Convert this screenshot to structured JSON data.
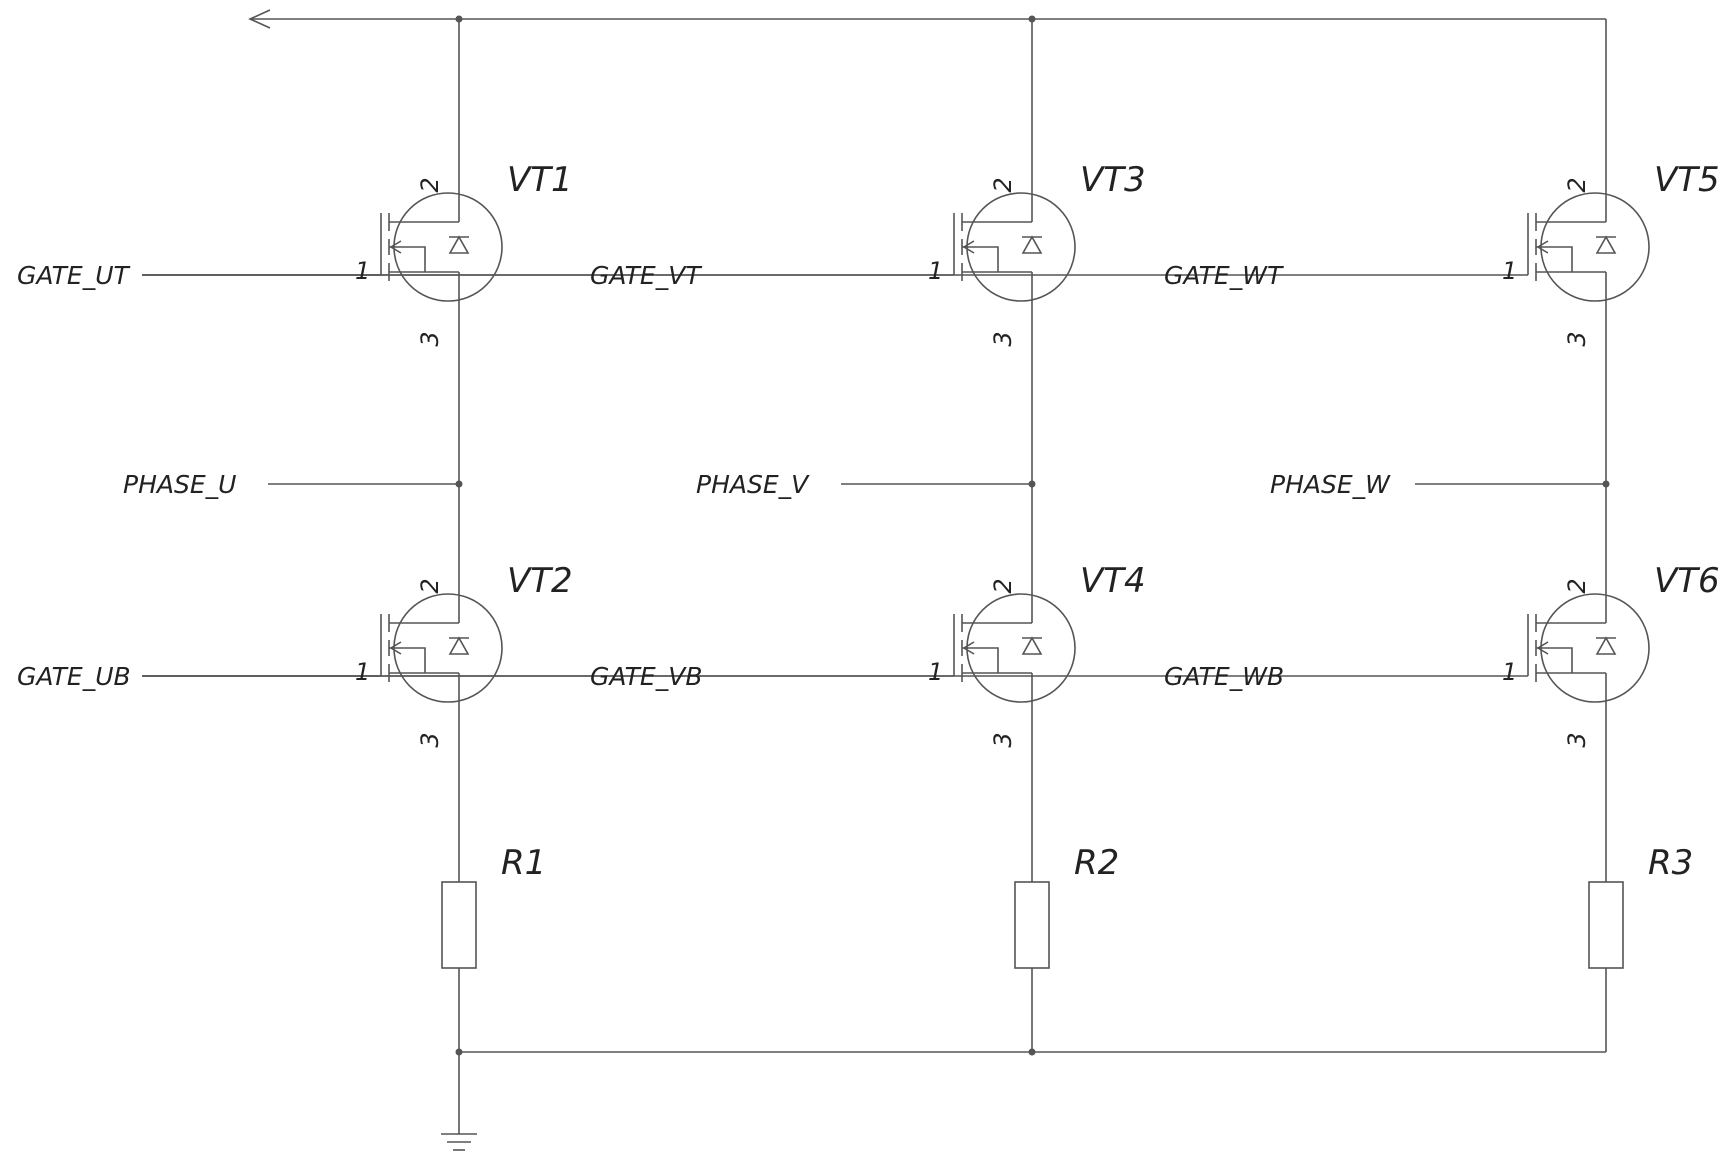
{
  "colors": {
    "wire": "#555555",
    "text": "#222222",
    "background": "#ffffff"
  },
  "icons": {
    "transistor": "n-channel-mosfet-icon",
    "resistor": "resistor-icon",
    "ground": "ground-icon",
    "arrow": "arrow-left-icon",
    "junction": "junction-dot-icon"
  },
  "pin_labels": {
    "gate": "1",
    "drain": "2",
    "source": "3"
  },
  "legs": [
    {
      "top": {
        "ref": "VT1",
        "gate_net": "GATE_UT"
      },
      "phase_net": "PHASE_U",
      "bottom": {
        "ref": "VT2",
        "gate_net": "GATE_UB"
      },
      "resistor": "R1"
    },
    {
      "top": {
        "ref": "VT3",
        "gate_net": "GATE_VT"
      },
      "phase_net": "PHASE_V",
      "bottom": {
        "ref": "VT4",
        "gate_net": "GATE_VB"
      },
      "resistor": "R2"
    },
    {
      "top": {
        "ref": "VT5",
        "gate_net": "GATE_WT"
      },
      "phase_net": "PHASE_W",
      "bottom": {
        "ref": "VT6",
        "gate_net": "GATE_WB"
      },
      "resistor": "R3"
    }
  ]
}
